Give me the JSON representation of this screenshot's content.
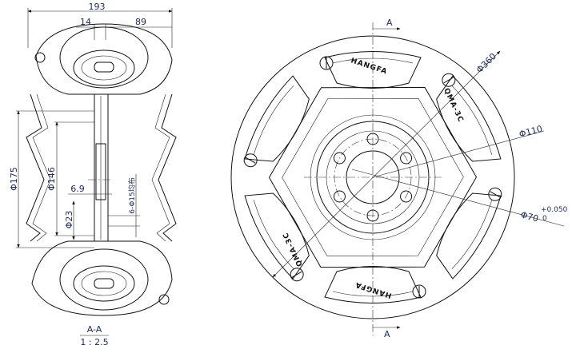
{
  "section_view": {
    "dims": {
      "overall_width": "193",
      "hub_width": "14",
      "offset": "89",
      "dia_175": "Φ175",
      "dia_146": "Φ146",
      "thickness": "6.9",
      "dia_23": "Φ23",
      "holes": "6-Φ15均布"
    },
    "label": "A-A",
    "scale": "1 : 2.5"
  },
  "front_view": {
    "section_marker_top": "A",
    "section_marker_bottom": "A",
    "dims": {
      "dia_360": "Φ360",
      "dia_110": "Φ110",
      "dia_70": "Φ70",
      "tol_upper": "+0.050",
      "tol_lower": "0"
    },
    "embossed": {
      "brand_top": "HANGFA",
      "brand_bottom": "HANGFA",
      "model_right": "QMA-3C",
      "model_left": "QMA-3C"
    }
  },
  "colors": {
    "dimension_text": "#1c2a5a",
    "lines": "#111111"
  }
}
